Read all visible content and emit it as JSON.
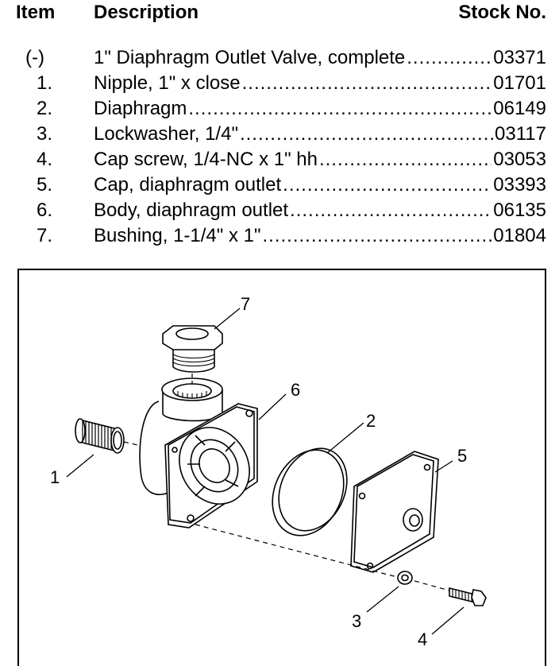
{
  "header": {
    "item": "Item",
    "description": "Description",
    "stock_no": "Stock No."
  },
  "parts": [
    {
      "item": "(-)",
      "description": "1\" Diaphragm Outlet Valve, complete",
      "stock": "03371"
    },
    {
      "item": "1.",
      "description": "Nipple, 1\" x close",
      "stock": "01701"
    },
    {
      "item": "2.",
      "description": "Diaphragm",
      "stock": "06149"
    },
    {
      "item": "3.",
      "description": "Lockwasher, 1/4\"",
      "stock": "03117"
    },
    {
      "item": "4.",
      "description": "Cap screw, 1/4-NC x 1\" hh",
      "stock": "03053"
    },
    {
      "item": "5.",
      "description": "Cap, diaphragm outlet",
      "stock": "03393"
    },
    {
      "item": "6.",
      "description": "Body, diaphragm outlet",
      "stock": "06135"
    },
    {
      "item": "7.",
      "description": "Bushing, 1-1/4\" x 1\"",
      "stock": "01804"
    }
  ],
  "callouts": {
    "c1": "1",
    "c2": "2",
    "c3": "3",
    "c4": "4",
    "c5": "5",
    "c6": "6",
    "c7": "7"
  }
}
